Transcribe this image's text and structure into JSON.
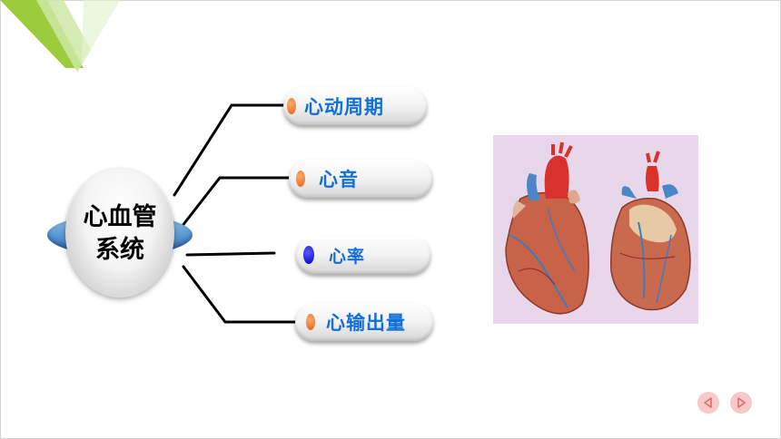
{
  "hub": {
    "line1": "心血管",
    "line2": "系统"
  },
  "branches": [
    {
      "label": "心动周期",
      "dot": "orange"
    },
    {
      "label": "心音",
      "dot": "orange"
    },
    {
      "label": "心率",
      "dot": "blue"
    },
    {
      "label": "心输出量",
      "dot": "orange"
    }
  ],
  "colors": {
    "label_blue": "#1170d8",
    "dot_orange": "#e0621b",
    "dot_blue": "#0000cc",
    "ring_blue": "#2a6fb8",
    "corner_green": "#9bcc3c",
    "photo_bg": "#e8d6ea",
    "nav_pink": "#f7c9c9"
  },
  "nav": {
    "prev_icon": "triangle-left-icon",
    "next_icon": "triangle-right-icon"
  },
  "image": {
    "icon": "heart-anatomy-illustration"
  }
}
